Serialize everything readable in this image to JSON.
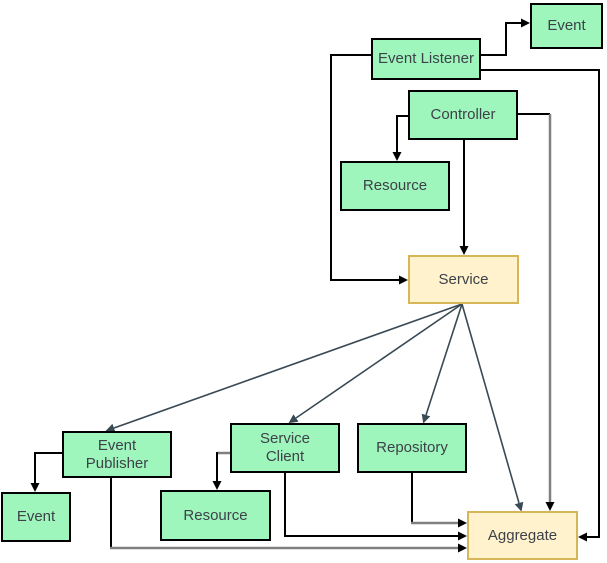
{
  "diagram": {
    "type": "architecture-flow-diagram",
    "nodes": {
      "event_top": {
        "label": "Event",
        "kind": "green"
      },
      "event_listener": {
        "label": "Event Listener",
        "kind": "green"
      },
      "controller": {
        "label": "Controller",
        "kind": "green"
      },
      "resource_top": {
        "label": "Resource",
        "kind": "green"
      },
      "service": {
        "label": "Service",
        "kind": "yellow"
      },
      "event_publisher": {
        "label": "Event\nPublisher",
        "kind": "green"
      },
      "service_client": {
        "label": "Service\nClient",
        "kind": "green"
      },
      "repository": {
        "label": "Repository",
        "kind": "green"
      },
      "event_bottom": {
        "label": "Event",
        "kind": "green"
      },
      "resource_bottom": {
        "label": "Resource",
        "kind": "green"
      },
      "aggregate": {
        "label": "Aggregate",
        "kind": "yellow"
      }
    },
    "edges": [
      {
        "from": "Event Listener",
        "to": "Event (top)"
      },
      {
        "from": "Event Listener",
        "to": "Service"
      },
      {
        "from": "Event Listener",
        "to": "Aggregate"
      },
      {
        "from": "Controller",
        "to": "Resource (top)"
      },
      {
        "from": "Controller",
        "to": "Service"
      },
      {
        "from": "Controller",
        "to": "Aggregate"
      },
      {
        "from": "Service",
        "to": "Event Publisher"
      },
      {
        "from": "Service",
        "to": "Service Client"
      },
      {
        "from": "Service",
        "to": "Repository"
      },
      {
        "from": "Service",
        "to": "Aggregate"
      },
      {
        "from": "Event Publisher",
        "to": "Event (bottom)"
      },
      {
        "from": "Event Publisher",
        "to": "Aggregate"
      },
      {
        "from": "Service Client",
        "to": "Resource (bottom)"
      },
      {
        "from": "Service Client",
        "to": "Aggregate"
      },
      {
        "from": "Repository",
        "to": "Aggregate"
      }
    ]
  },
  "colors": {
    "background": "#ffffff",
    "node_green_fill": "#9ef6bc",
    "node_green_border": "#000000",
    "node_yellow_fill": "#fff2cc",
    "node_yellow_border": "#d6b656",
    "edge_black": "#000000",
    "edge_gray": "#808080",
    "edge_slate": "#3a4a54",
    "label_color": "#3d4149"
  }
}
